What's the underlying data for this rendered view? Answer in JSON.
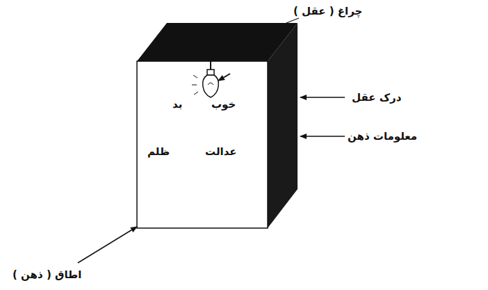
{
  "diagram": {
    "nodes": [
      {
        "text": [
          "خوب",
          "بد",
          "عدالت",
          "ظلم"
        ]
      }
    ],
    "labels": [
      "چراغ ( عقل )",
      "درک عقل",
      "معلومات ذهن",
      "اطاق ( ذهن )"
    ]
  }
}
